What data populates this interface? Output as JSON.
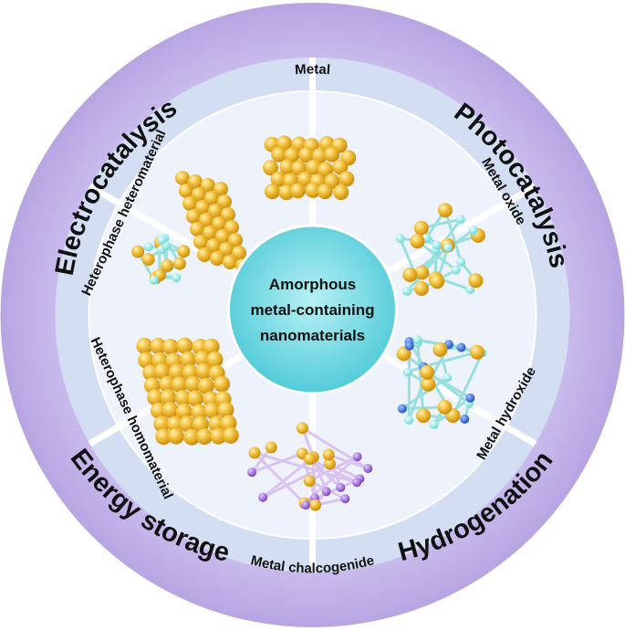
{
  "center": {
    "line1": "Amorphous",
    "line2": "metal-containing",
    "line3": "nanomaterials"
  },
  "applications": {
    "electrocatalysis": "Electrocatalysis",
    "photocatalysis": "Photocatalysis",
    "energy_storage": "Energy storage",
    "hydrogenation": "Hydrogenation"
  },
  "segments": {
    "metal": "Metal",
    "metal_oxide": "Metal oxide",
    "metal_hydroxide": "Metal hydroxide",
    "metal_chalcogenide": "Metal chalcogenide",
    "heterophase_homomaterial": "Heterophase homomaterial",
    "heterophase_heteromaterial": "Heterophase heteromaterial"
  },
  "colors": {
    "outer_ring": "#c6b8ea",
    "label_band": "#d6e1f4",
    "sector_fill": "#eef3fb",
    "divider": "#ffffff",
    "center_fill": "#5fd3df",
    "gold_atom": "#f0b429",
    "cyan_atom": "#8fe6e6",
    "blue_atom": "#2a64d8",
    "purple_atom": "#9a62d6"
  }
}
